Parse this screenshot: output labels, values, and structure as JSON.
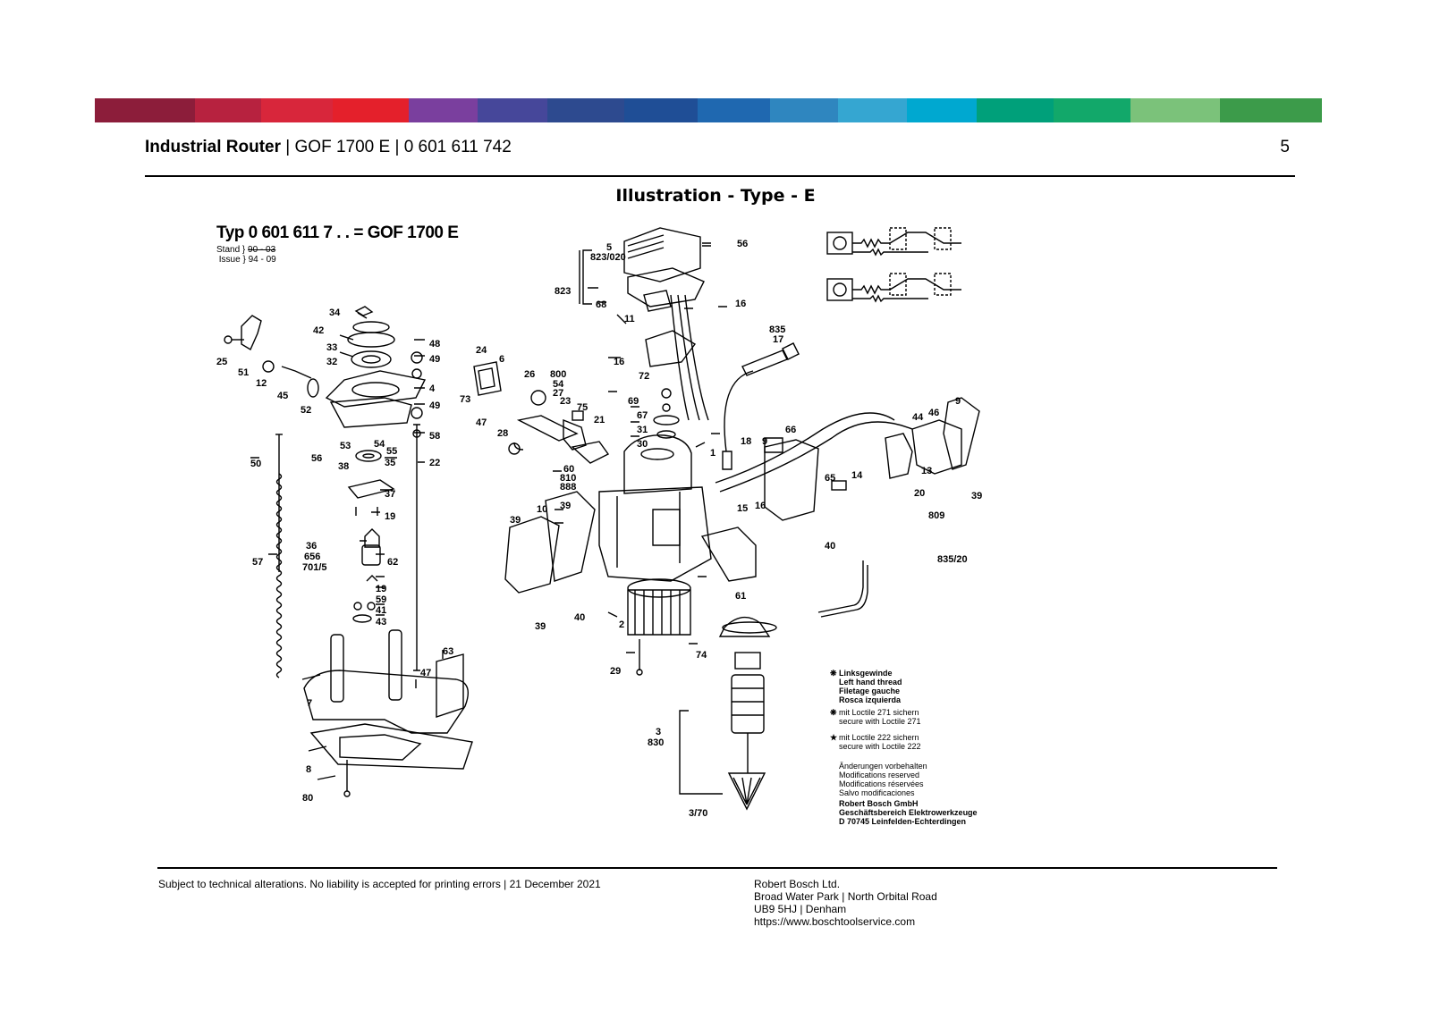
{
  "colors": {
    "bar": [
      "#8c1d3a",
      "#b7223f",
      "#d8263b",
      "#e4202b",
      "#7a3f9e",
      "#46479a",
      "#2d4a8f",
      "#1f4e96",
      "#1f68b0",
      "#2f86bf",
      "#35a6d1",
      "#00a8d0",
      "#00a07a",
      "#12a86a",
      "#7bc27a",
      "#3c9b4a"
    ]
  },
  "header": {
    "product_type": "Industrial Router",
    "model": "GOF 1700 E",
    "part_number": "0 601 611 742",
    "separator": " | ",
    "page_number": "5"
  },
  "section_title": "Illustration - Type - E",
  "drawing": {
    "type_heading": "Typ 0 601 611 7 . . = GOF 1700 E",
    "stand_label": "Stand",
    "stand_value": "90 - 03",
    "issue_label": "Issue",
    "issue_value": "94 - 09",
    "part_labels": [
      "34",
      "42",
      "33",
      "32",
      "48",
      "49",
      "4",
      "49",
      "58",
      "22",
      "25",
      "51",
      "12",
      "45",
      "52",
      "53",
      "54",
      "55",
      "56",
      "38",
      "35",
      "50",
      "37",
      "19",
      "36",
      "656",
      "701/5",
      "62",
      "57",
      "19",
      "59",
      "41",
      "43",
      "63",
      "47",
      "7",
      "8",
      "80",
      "24",
      "6",
      "26",
      "800",
      "54",
      "27",
      "73",
      "23",
      "75",
      "21",
      "47",
      "28",
      "60",
      "810",
      "888",
      "10",
      "39",
      "39",
      "39",
      "40",
      "5",
      "823/020",
      "56",
      "823",
      "68",
      "16",
      "11",
      "16",
      "72",
      "69",
      "67",
      "31",
      "30",
      "1",
      "18",
      "9",
      "66",
      "15",
      "16",
      "65",
      "40",
      "835",
      "17",
      "44",
      "46",
      "9",
      "13",
      "20",
      "809",
      "39",
      "14",
      "835/20",
      "61",
      "2",
      "29",
      "74",
      "3",
      "830",
      "3/70"
    ],
    "legend": {
      "left_thread": [
        "Linksgewinde",
        "Left hand thread",
        "Filetage gauche",
        "Rosca izquierda"
      ],
      "loctile_271": [
        "mit Loctile 271 sichern",
        "secure with Loctile 271"
      ],
      "loctile_222": [
        "mit Loctile 222 sichern",
        "secure with Loctile 222"
      ],
      "modifications": [
        "Änderungen vorbehalten",
        "Modifications reserved",
        "Modifications réservées",
        "Salvo modificaciones"
      ],
      "company": [
        "Robert Bosch GmbH",
        "Geschäftsbereich Elektrowerkzeuge",
        "D 70745 Leinfelden-Echterdingen"
      ]
    }
  },
  "footer": {
    "disclaimer": "Subject to technical alterations. No liability is accepted for printing errors | 21 December 2021",
    "company": "Robert Bosch Ltd.",
    "address_line1": "Broad Water Park | North Orbital Road",
    "address_line2": "UB9 5HJ | Denham",
    "website": "https://www.boschtoolservice.com"
  }
}
